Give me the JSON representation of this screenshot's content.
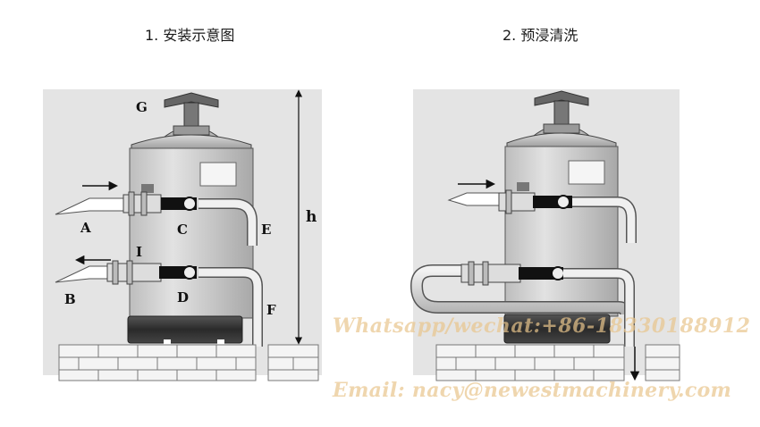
{
  "panels": [
    {
      "title": "1. 安装示意图"
    },
    {
      "title": "2. 预浸清洗"
    }
  ],
  "labels": {
    "a": "A",
    "b": "B",
    "c": "C",
    "d": "D",
    "e": "E",
    "f": "F",
    "g": "G",
    "h": "h",
    "i": "I"
  },
  "watermarks": {
    "line1": "Whatsapp/wechat:+86-18330188912",
    "line2": "Email: nacy@newestmachinery.com"
  },
  "colors": {
    "panel_bg": "#e4e4e4",
    "tank": "#cfcfcf",
    "base": "#3a3a3a",
    "watermark": "#e8c48c"
  }
}
